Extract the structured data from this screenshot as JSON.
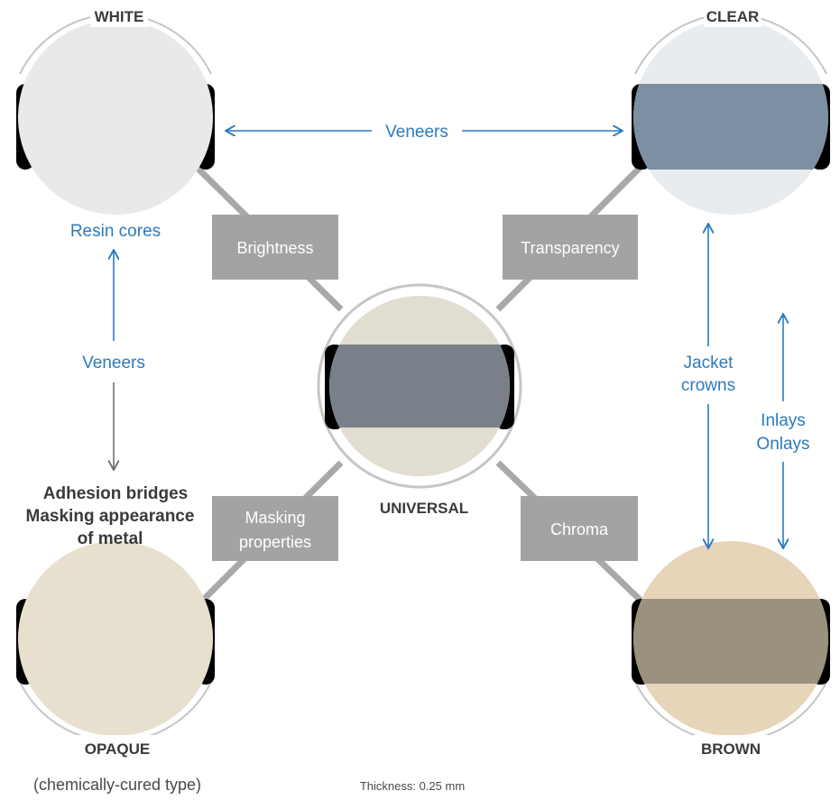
{
  "corners": {
    "white": "WHITE",
    "clear": "CLEAR",
    "opaque": "OPAQUE",
    "brown": "BROWN",
    "universal": "UNIVERSAL"
  },
  "properties": {
    "brightness": "Brightness",
    "transparency": "Transparency",
    "masking_line1": "Masking",
    "masking_line2": "properties",
    "chroma": "Chroma"
  },
  "applications": {
    "veneers_top": "Veneers",
    "resin_cores": "Resin cores",
    "veneers_left": "Veneers",
    "jacket_line1": "Jacket",
    "jacket_line2": "crowns",
    "inlays": "Inlays",
    "onlays": "Onlays",
    "adhesion_line1": "Adhesion bridges",
    "adhesion_line2": "Masking appearance",
    "adhesion_line3": "of metal"
  },
  "notes": {
    "chemically_cured": "(chemically-cured type)",
    "thickness": "Thickness: 0.25 mm"
  },
  "colors": {
    "blue": "#2b7bbf",
    "box_gray": "#a3a3a3",
    "ring_gray": "#c6c6c6",
    "white_sample": "#e8e9eb",
    "clear_sample": "#e9ecef",
    "clear_band": "#7d8fa3",
    "universal_sample": "#e2ddd1",
    "universal_band": "#7a8089",
    "opaque_sample": "#e8e0cf",
    "brown_sample": "#e6d5b8",
    "brown_band": "#9a917e"
  }
}
